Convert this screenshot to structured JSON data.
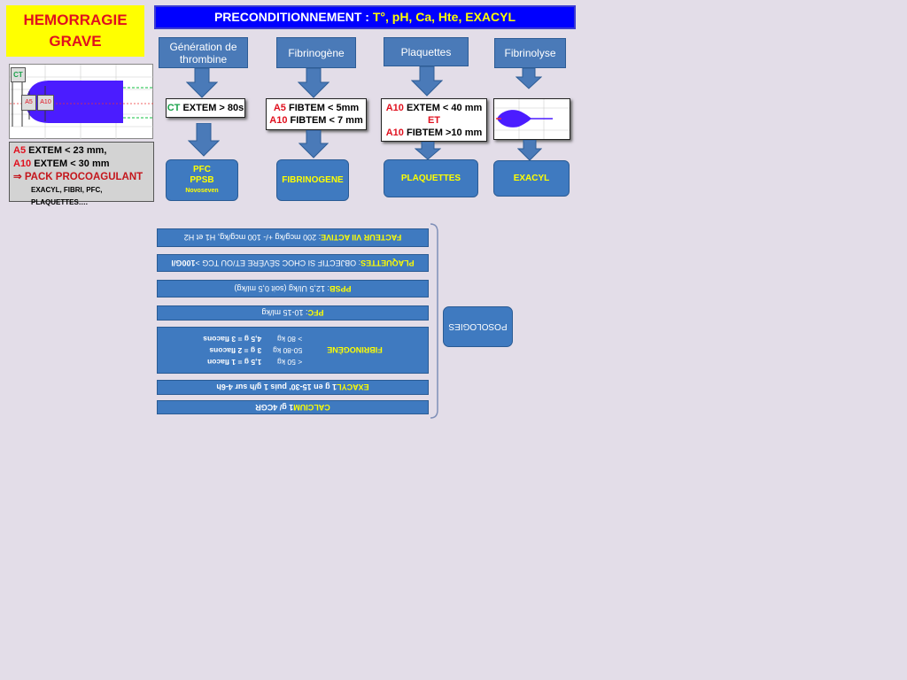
{
  "title": {
    "line1": "HEMORRAGIE",
    "line2": "GRAVE"
  },
  "header": {
    "prefix": "PRECONDITIONNEMENT :",
    "params": "T°, pH, Ca, Hte,",
    "exacyl": "EXACYL"
  },
  "graph": {
    "ct": "CT",
    "a5": "A5",
    "a10": "A10"
  },
  "legend": {
    "line1_tag": "A5",
    "line1_text": "EXTEM < 23 mm,",
    "line2_tag": "A10",
    "line2_text": "EXTEM < 30 mm",
    "arrow": "⇒",
    "line3": "PACK PROCOAGULANT",
    "line4": "EXACYL, FIBRI, PFC, PLAQUETTES…."
  },
  "columns": [
    {
      "caption": "Génération de thrombine",
      "criteria": [
        {
          "tag": "CT",
          "text": "EXTEM > 80s"
        }
      ],
      "result": [
        "PFC",
        "PPSB"
      ],
      "result_sub": "Novoseven"
    },
    {
      "caption": "Fibrinogène",
      "criteria": [
        {
          "tag": "A5",
          "text": "FIBTEM < 5mm"
        },
        {
          "tag": "A10",
          "text": "FIBTEM < 7 mm"
        }
      ],
      "result": [
        "FIBRINOGENE"
      ]
    },
    {
      "caption": "Plaquettes",
      "criteria": [
        {
          "tag": "A10",
          "text": "EXTEM < 40 mm"
        },
        {
          "tag": "ET",
          "text": ""
        },
        {
          "tag": "A10",
          "text": "FIBTEM >10 mm"
        }
      ],
      "result": [
        "PLAQUETTES"
      ]
    },
    {
      "caption": "Fibrinolyse",
      "result": [
        "EXACYL"
      ]
    }
  ],
  "posologies": {
    "label": "POSOLOGIES",
    "items": [
      {
        "key": "FACTEUR VII ACTIVE",
        "text": " : 200 mcg/kg  +/- 100 mcg/kg, H1 et H2"
      },
      {
        "key": "PLAQUETTES",
        "text": " : OBJECTIF SI CHOC SÉVÈRE ET/OU TCG > ",
        "bold": "100G/l"
      },
      {
        "key": "PPSB",
        "text": " : 12,5 UI/kg (soit 0,5 ml/kg)"
      },
      {
        "key": "PFC",
        "text": " : 10-15 ml/kg"
      },
      {
        "key": "FIBRINOGÈNE",
        "rows": [
          {
            "w": "< 50 kg",
            "d": "1,5 g = 1 flacon"
          },
          {
            "w": "50-80 kg",
            "d": "3 g = 2 flacons"
          },
          {
            "w": "> 80 kg",
            "d": "4,5 g = 3 flacons"
          }
        ]
      },
      {
        "key": "EXACYL",
        "text": "  1 g en 15-30' puis 1 g/h sur 4-6h"
      },
      {
        "key": "CALCIUM",
        "text": "  1 g/ 4CGR"
      }
    ]
  }
}
